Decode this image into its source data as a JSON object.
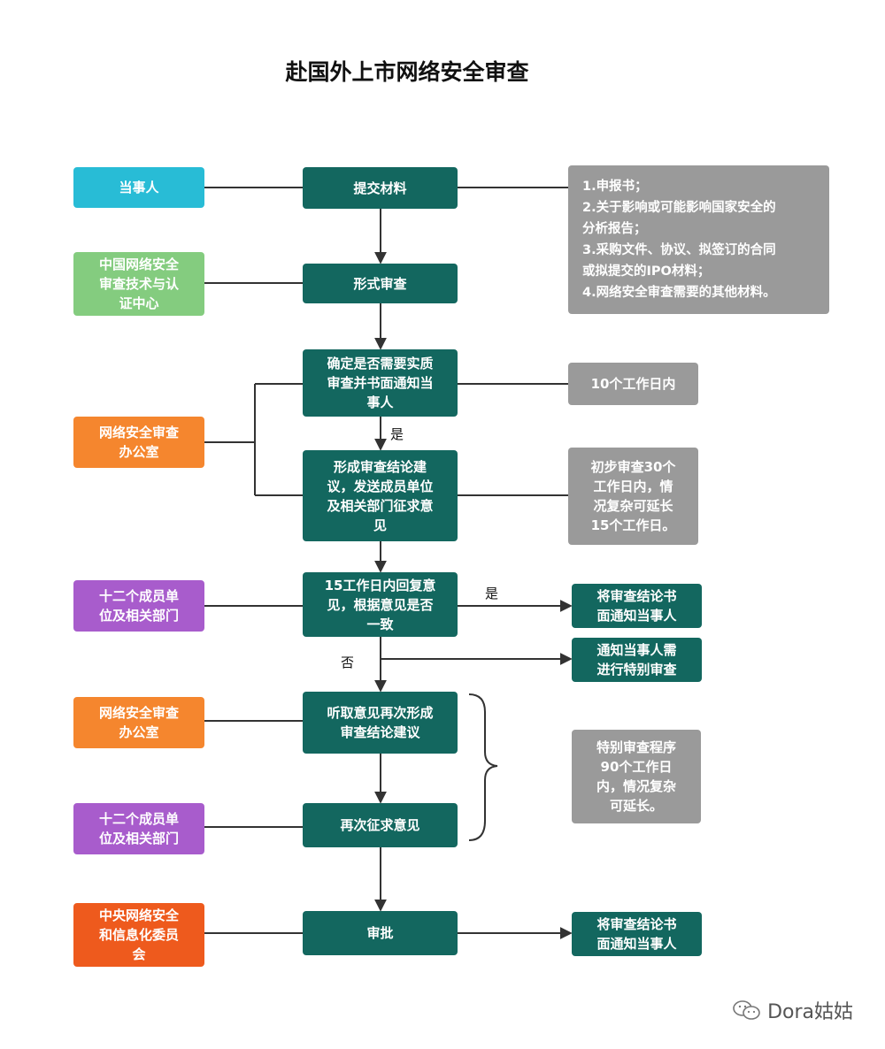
{
  "title": "赴国外上市网络安全审查",
  "actors": {
    "party": "当事人",
    "cert_center": "中国网络安全\n审查技术与认\n证中心",
    "office_1": "网络安全审查\n办公室",
    "members_1": "十二个成员单\n位及相关部门",
    "office_2": "网络安全审查\n办公室",
    "members_2": "十二个成员单\n位及相关部门",
    "central": "中央网络安全\n和信息化委员\n会"
  },
  "steps": {
    "submit": "提交材料",
    "formal_review": "形式审查",
    "decide": "确定是否需要实质\n审查并书面通知当\n事人",
    "conclusion": "形成审查结论建\n议，发送成员单位\n及相关部门征求意\n见",
    "reply": "15工作日内回复意\n见，根据意见是否\n一致",
    "rehear": "听取意见再次形成\n审查结论建议",
    "resolicit": "再次征求意见",
    "approve": "审批"
  },
  "notes": {
    "materials": "1.申报书；\n2.关于影响或可能影响国家安全的\n分析报告；\n3.采购文件、协议、拟签订的合同\n或拟提交的IPO材料；\n4.网络安全审查需要的其他材料。",
    "ten_days": "10个工作日内",
    "initial_review": "初步审查30个\n工作日内，情\n况复杂可延长\n15个工作日。",
    "special_program": "特别审查程序\n90个工作日\n内，情况复杂\n可延长。"
  },
  "results": {
    "notify_1": "将审查结论书\n面通知当事人",
    "special_notice": "通知当事人需\n进行特别审查",
    "notify_2": "将审查结论书\n面通知当事人"
  },
  "labels": {
    "yes_1": "是",
    "yes_2": "是",
    "no": "否"
  },
  "watermark": "Dora姑姑",
  "colors": {
    "step": "#13675f",
    "party": "#28bcd6",
    "cert_center": "#84cc7f",
    "office": "#f5862e",
    "members": "#a85ccc",
    "central": "#ee5a1d",
    "note": "#9a9a9a"
  }
}
